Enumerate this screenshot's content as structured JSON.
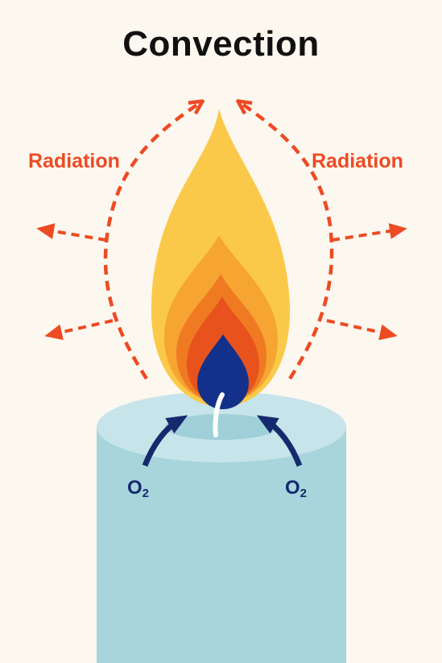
{
  "title": "Convection",
  "labels": {
    "radiation_left": "Radiation",
    "radiation_right": "Radiation",
    "oxygen_left": "O",
    "oxygen_left_sub": "2",
    "oxygen_right": "O",
    "oxygen_right_sub": "2"
  },
  "colors": {
    "background": "#fcf8ef",
    "radiation": "#ee4a24",
    "oxygen": "#152a6e",
    "candle": "#a8d4dc",
    "candle_top": "#c6e4ea",
    "flame_outer": "#fbc94a",
    "flame_mid": "#f6a532",
    "flame_inner": "#f07a22",
    "flame_core": "#e8521c",
    "flame_blue": "#13318a"
  }
}
